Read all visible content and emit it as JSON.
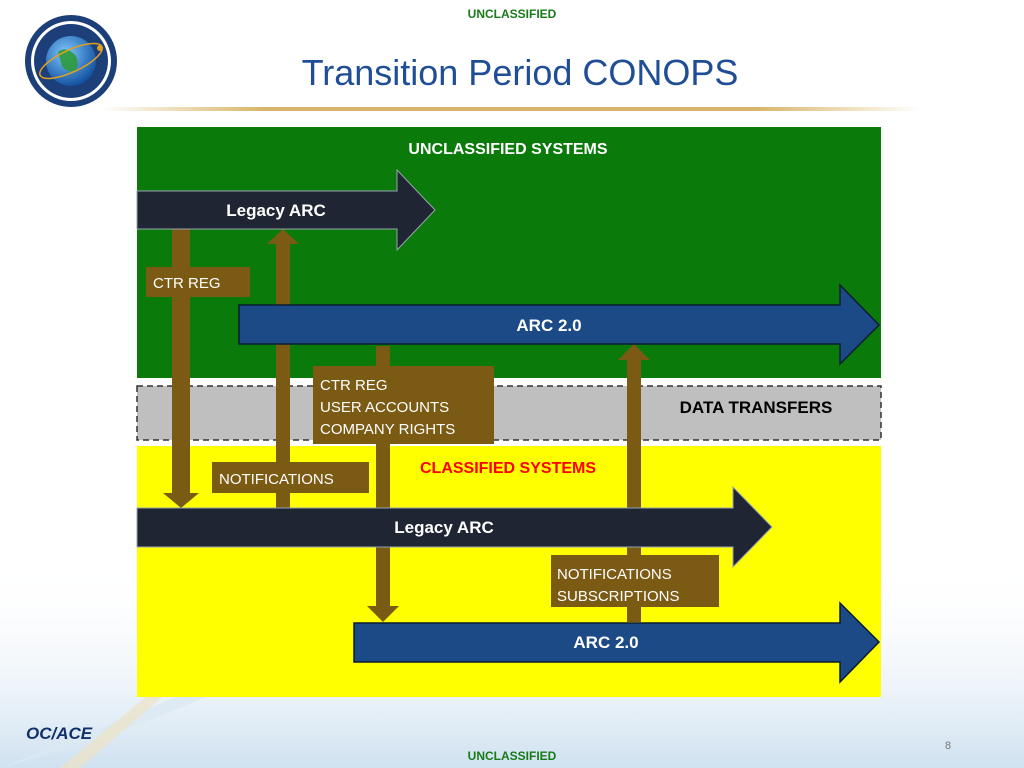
{
  "header": {
    "classification_top": "UNCLASSIFIED",
    "title": "Transition Period CONOPS",
    "logo_icon": "nro-seal-icon"
  },
  "footer": {
    "org": "OC/ACE",
    "page_number": "8",
    "classification_bottom": "UNCLASSIFIED"
  },
  "colors": {
    "unclassified_zone": "#0a7a0a",
    "transfer_zone": "#bfbfbf",
    "classified_zone": "#ffff00",
    "legacy_arrow": "#1f2533",
    "arc2_arrow": "#1c4a86",
    "flow_arrow": "#7b5a14",
    "label_box": "#7b5a14",
    "classified_title": "#ff0000"
  },
  "diagram": {
    "unclassified_title": "UNCLASSIFIED SYSTEMS",
    "data_transfers_title": "DATA TRANSFERS",
    "classified_title": "CLASSIFIED SYSTEMS",
    "unclass_legacy": "Legacy ARC",
    "unclass_arc2": "ARC 2.0",
    "class_legacy": "Legacy ARC",
    "class_arc2": "ARC 2.0",
    "ctr_reg_label": "CTR REG",
    "transfer_lines": [
      "CTR REG",
      "USER ACCOUNTS",
      "COMPANY RIGHTS"
    ],
    "notifications_label": "NOTIFICATIONS",
    "notif_sub_lines": [
      "NOTIFICATIONS",
      "SUBSCRIPTIONS"
    ]
  }
}
